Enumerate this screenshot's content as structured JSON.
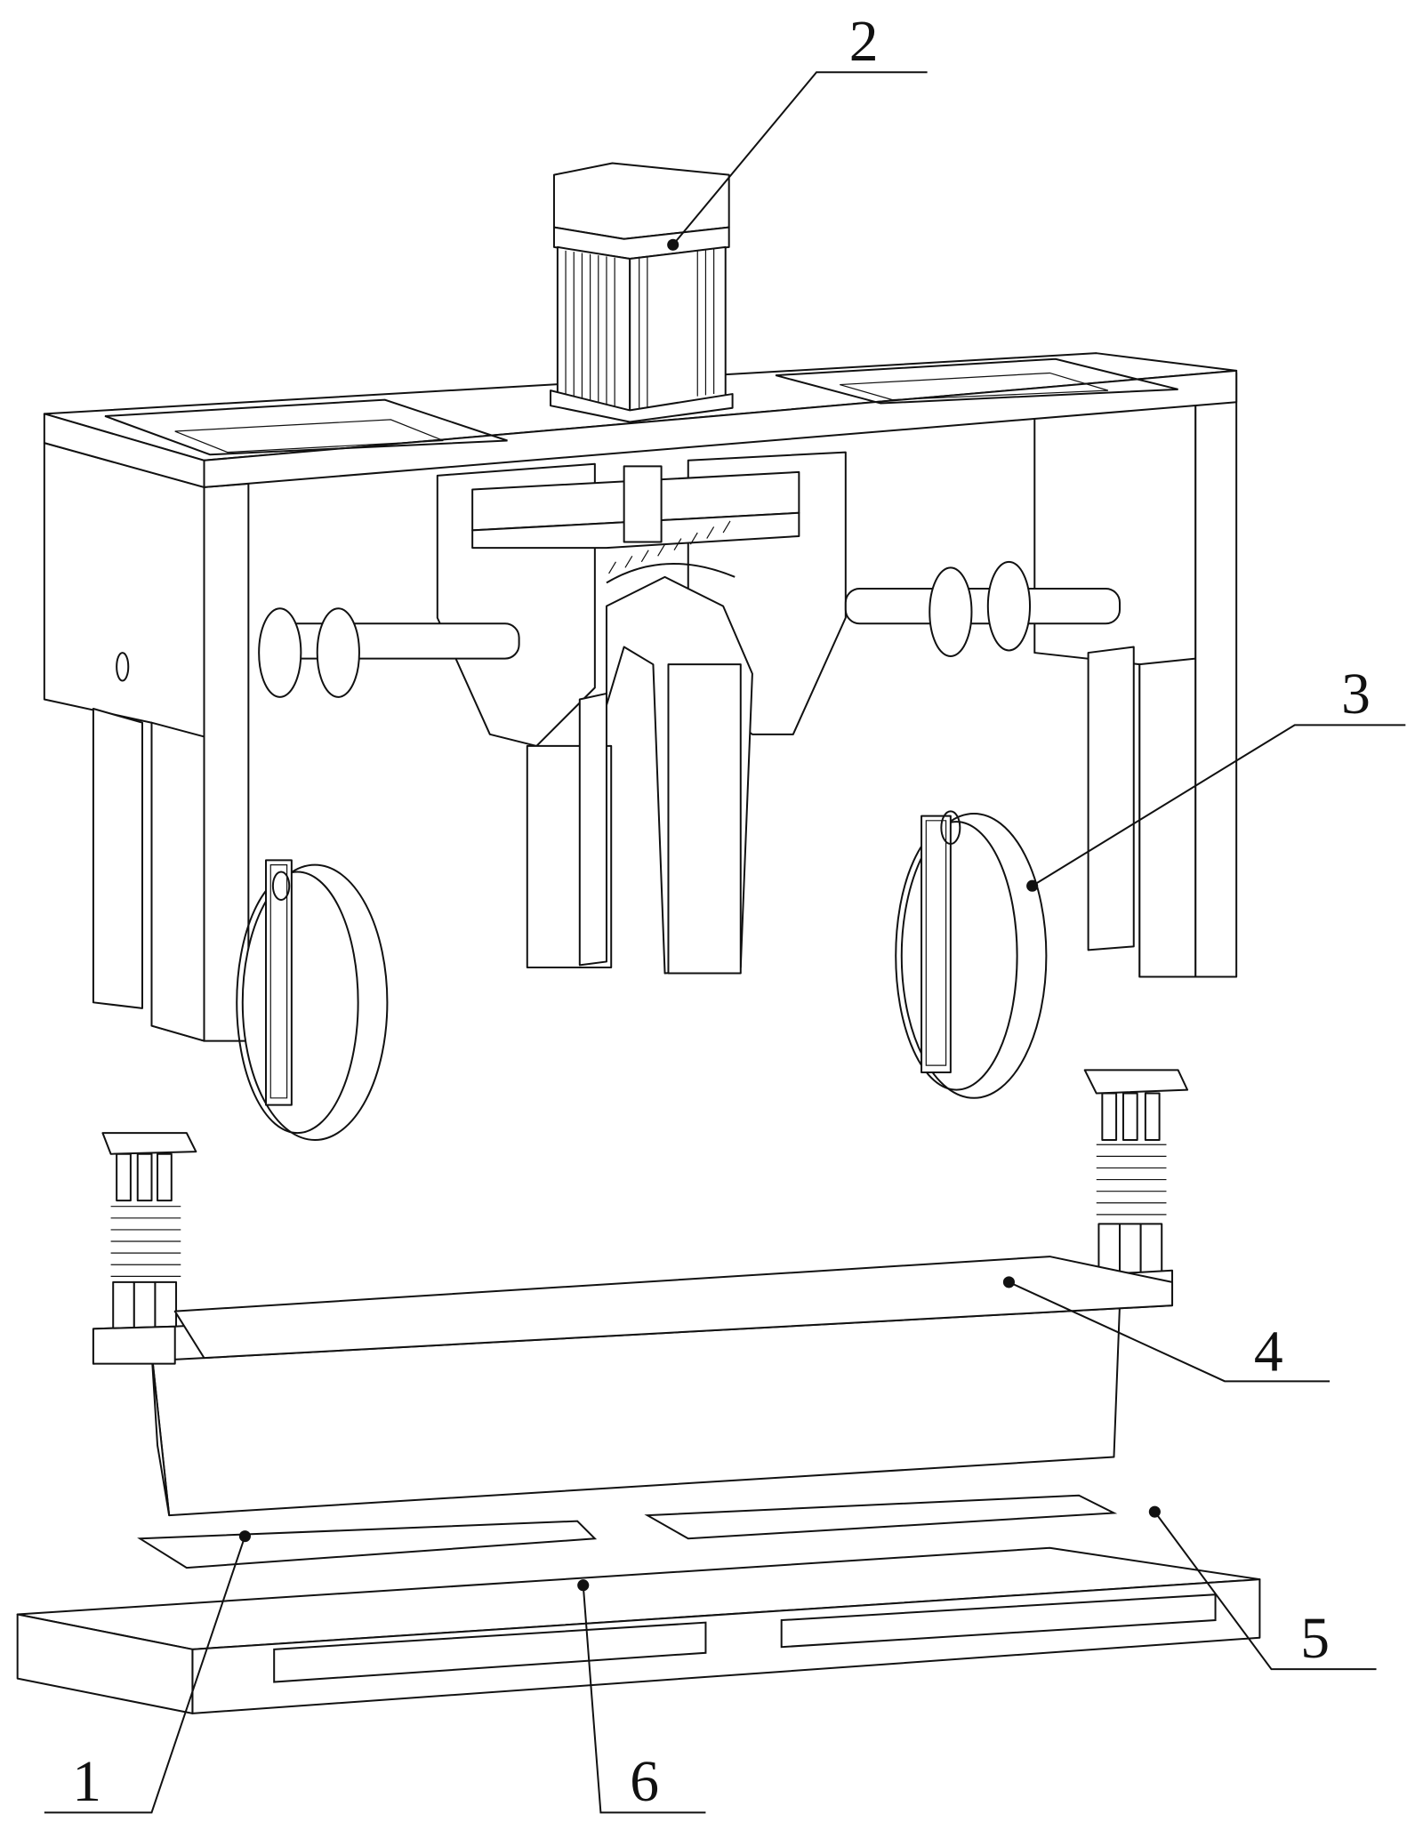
{
  "figure": {
    "callouts": [
      {
        "id": "label-1",
        "text": "1"
      },
      {
        "id": "label-2",
        "text": "2"
      },
      {
        "id": "label-3",
        "text": "3"
      },
      {
        "id": "label-4",
        "text": "4"
      },
      {
        "id": "label-5",
        "text": "5"
      },
      {
        "id": "label-6",
        "text": "6"
      }
    ]
  }
}
